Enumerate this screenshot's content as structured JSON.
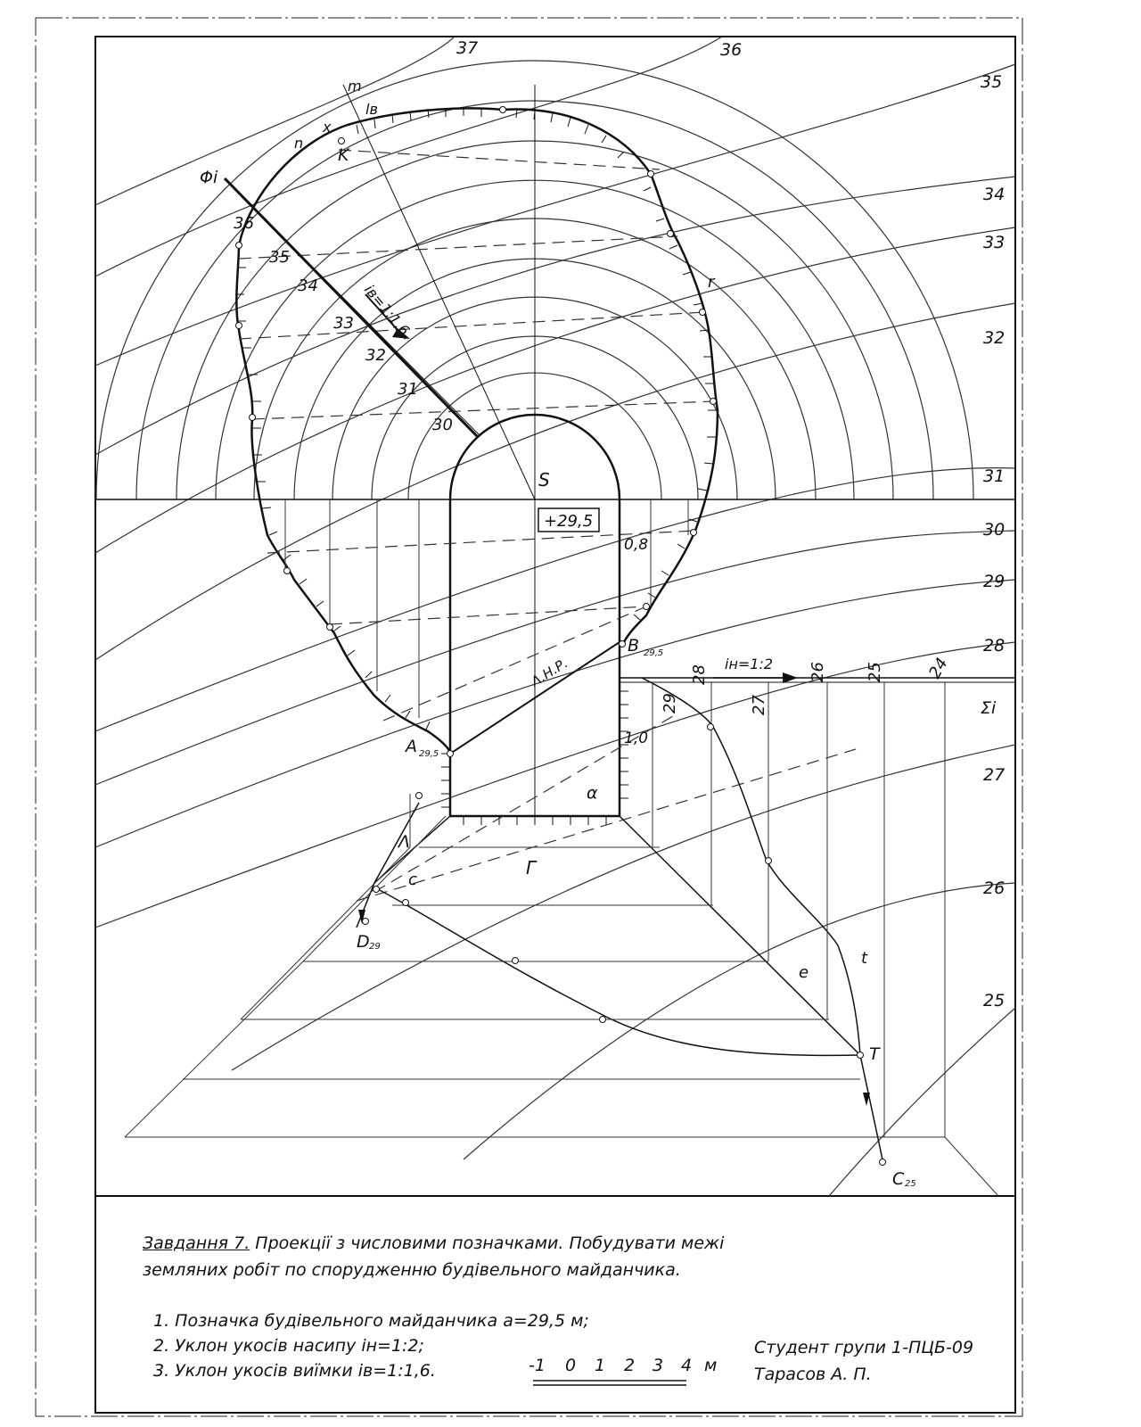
{
  "task": {
    "title": "Завдання 7.",
    "line1": "Проекції з числовими позначками. Побудувати межі",
    "line2": "земляних робіт по спорудженню будівельного майданчика."
  },
  "steps": [
    "1.  Позначка будівельного майданчика a=29,5 м;",
    "2. Уклон укосів насипу iн=1:2;",
    "3. Уклон укосів виїмки iв=1:1,6."
  ],
  "student": {
    "group": "Студент групи 1-ПЦБ-09",
    "name": "Тарасов А. П."
  },
  "scale": {
    "ticks": [
      "-1",
      "0",
      "1",
      "2",
      "3",
      "4"
    ],
    "unit": "м"
  },
  "contour_labels_right": [
    "35",
    "34",
    "33",
    "32",
    "31",
    "30",
    "29",
    "28",
    "27",
    "26",
    "25"
  ],
  "contour_labels_top": [
    "37",
    "36"
  ],
  "slope_labels": [
    "36",
    "35",
    "34",
    "33",
    "32",
    "31",
    "30"
  ],
  "fill_labels": [
    "28",
    "29",
    "27",
    "26",
    "25",
    "24"
  ],
  "points": {
    "S": "S",
    "A": "A",
    "A_sub": "29,5",
    "B": "B",
    "B_sub": "29,5",
    "D": "D",
    "D_sub": "29",
    "C": "C",
    "C_sub": "25",
    "T": "T",
    "K": "K",
    "G": "Г",
    "L": "Λ"
  },
  "annotations": {
    "elevation": "+29,5",
    "zero_line": "Λ.Н.Р.",
    "cut_slope": "iв=1:1,6",
    "fill_slope": "iн=1:2",
    "plane_phi": "Φi",
    "plane_sigma": "Σi",
    "dim_08": "0,8",
    "dim_10": "1,0",
    "alpha": "α",
    "m": "m",
    "n": "n",
    "x": "x",
    "lv": "lв",
    "r": "r",
    "t": "t",
    "e": "e",
    "c": "c"
  }
}
